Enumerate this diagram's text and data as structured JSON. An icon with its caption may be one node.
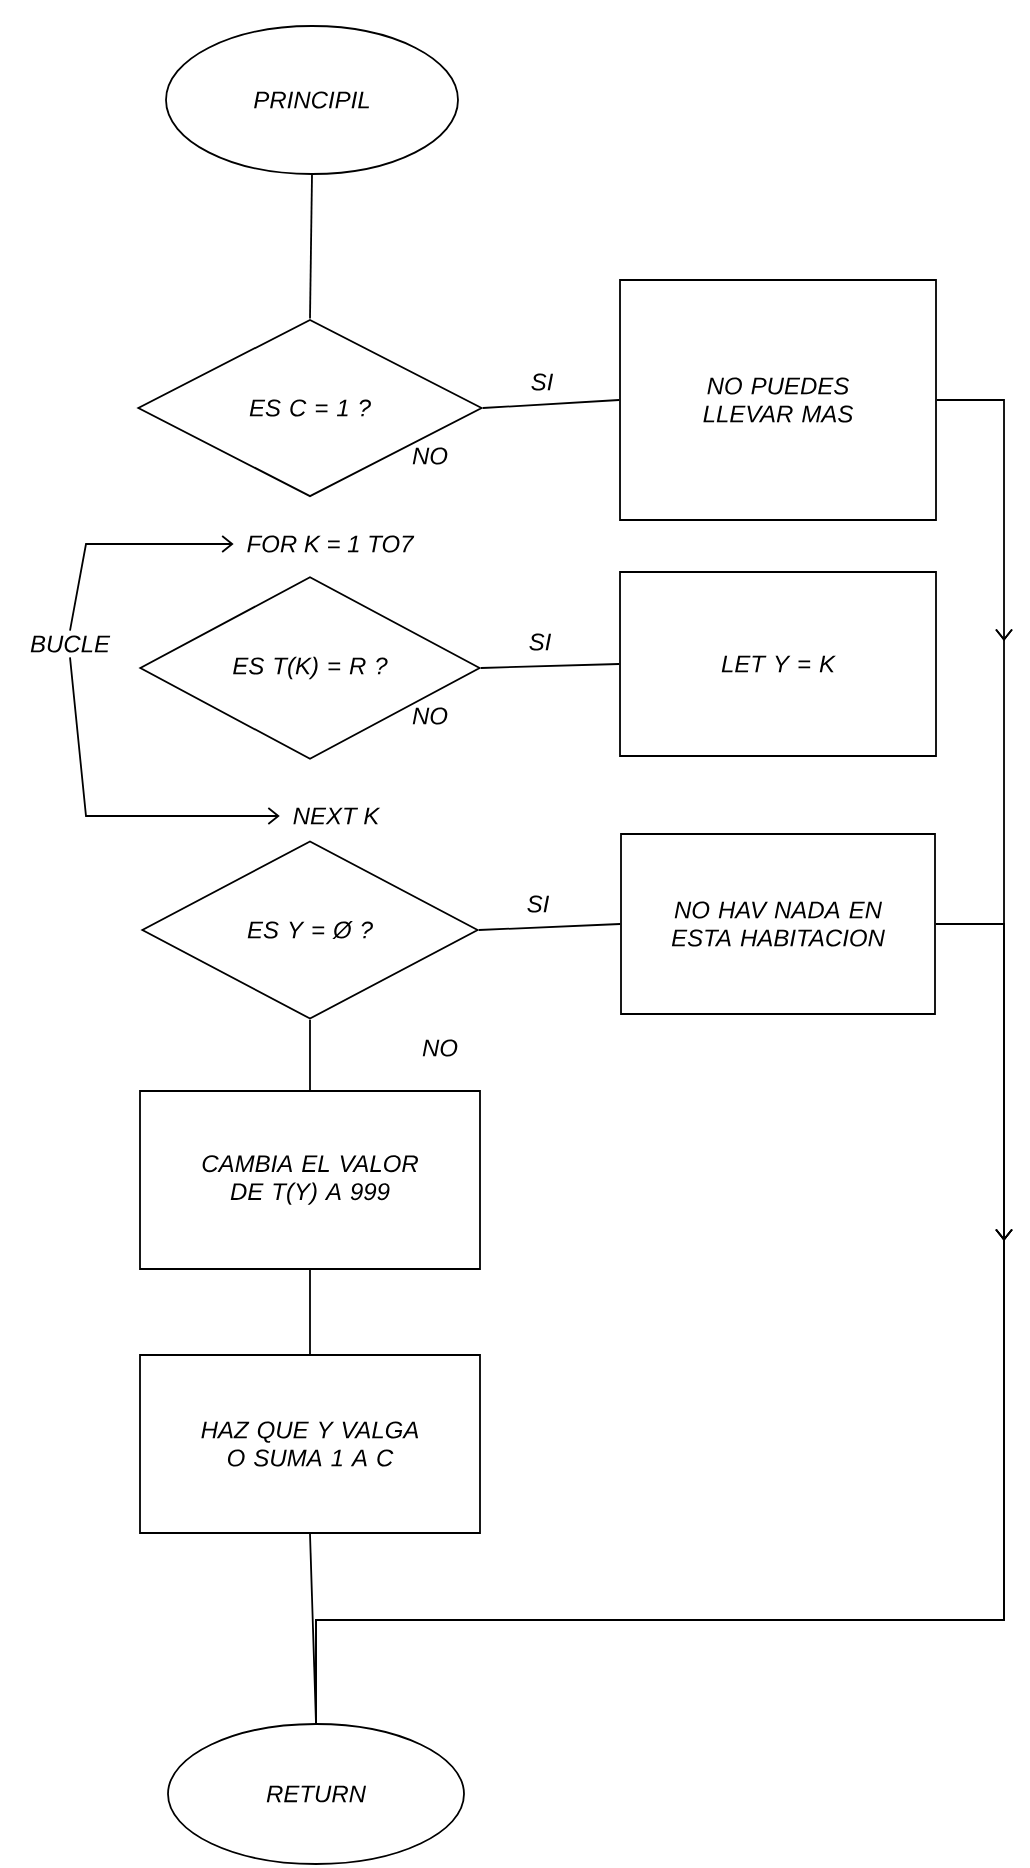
{
  "diagram": {
    "nodes": [
      {
        "text": [
          "PRINCIPIL"
        ]
      },
      {
        "text": [
          "ES C = 1 ?"
        ]
      },
      {
        "text": [
          "NO PUEDES LLEVAR MAS"
        ]
      },
      {
        "text": [
          "FOR K = 1 TO7"
        ]
      },
      {
        "text": [
          "BUCLE"
        ]
      },
      {
        "text": [
          "ES T(K) = R ?"
        ]
      },
      {
        "text": [
          "LET Y = K"
        ]
      },
      {
        "text": [
          "NEXT K"
        ]
      },
      {
        "text": [
          "ES Y = Ø ?"
        ]
      },
      {
        "text": [
          "NO HAV NADA EN ESTA HABITACION"
        ]
      },
      {
        "text": [
          "CAMBIA EL VALOR DE T(Y) A 999"
        ]
      },
      {
        "text": [
          "HAZ QUE Y VALGA O SUMA 1 A C"
        ]
      },
      {
        "text": [
          "RETURN"
        ]
      }
    ],
    "edges": [
      {
        "from": 0,
        "to": 1,
        "arrow": "none"
      },
      {
        "from": 1,
        "to": 2,
        "arrow": "none",
        "label": "SI"
      },
      {
        "from": 4,
        "to": 3,
        "arrow": "to"
      },
      {
        "from": 4,
        "to": 7,
        "arrow": "to"
      },
      {
        "from": 5,
        "to": 6,
        "arrow": "none",
        "label": "SI"
      },
      {
        "from": 8,
        "to": 9,
        "arrow": "none",
        "label": "SI"
      },
      {
        "from": 8,
        "to": 10,
        "arrow": "none",
        "label": "NO"
      },
      {
        "from": 10,
        "to": 11,
        "arrow": "none"
      },
      {
        "from": 11,
        "to": 12,
        "arrow": "none"
      },
      {
        "from": 2,
        "to": 12,
        "arrow": "to"
      },
      {
        "from": 9,
        "to": 12,
        "arrow": "to"
      }
    ],
    "labels": [
      "NO",
      "NO"
    ]
  }
}
